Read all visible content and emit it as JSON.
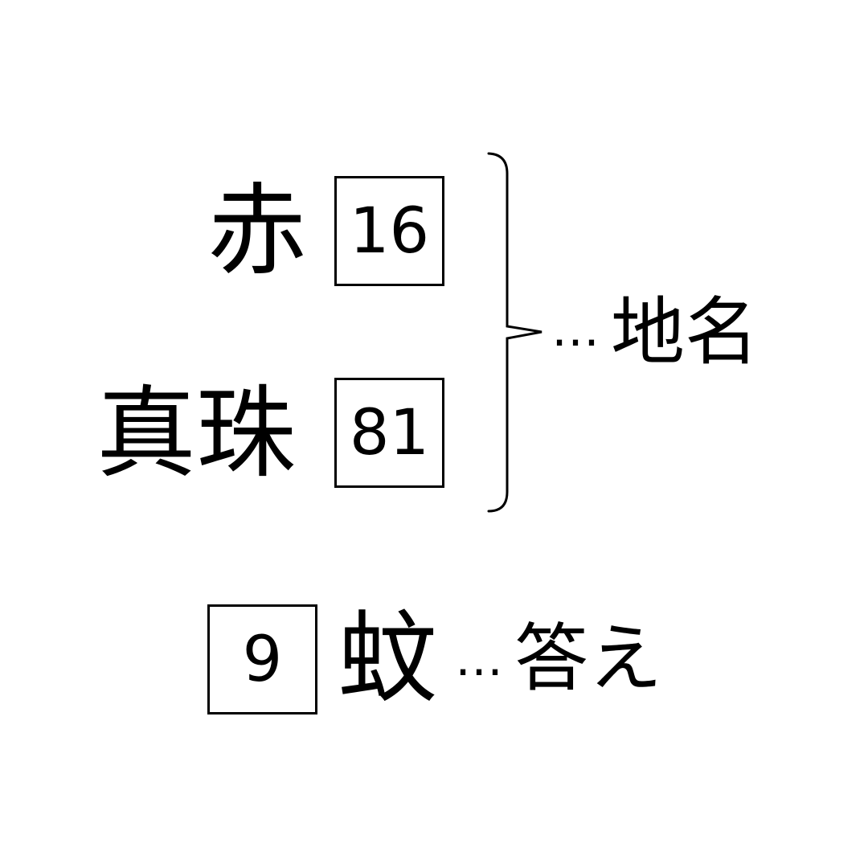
{
  "puzzle": {
    "top_clues": [
      {
        "kanji": "赤",
        "number": "16"
      },
      {
        "kanji": "真珠",
        "number": "81"
      }
    ],
    "group_separator": "…",
    "group_label": "地名",
    "answer": {
      "number": "9",
      "kanji": "蚊",
      "separator": "…",
      "label": "答え"
    }
  }
}
